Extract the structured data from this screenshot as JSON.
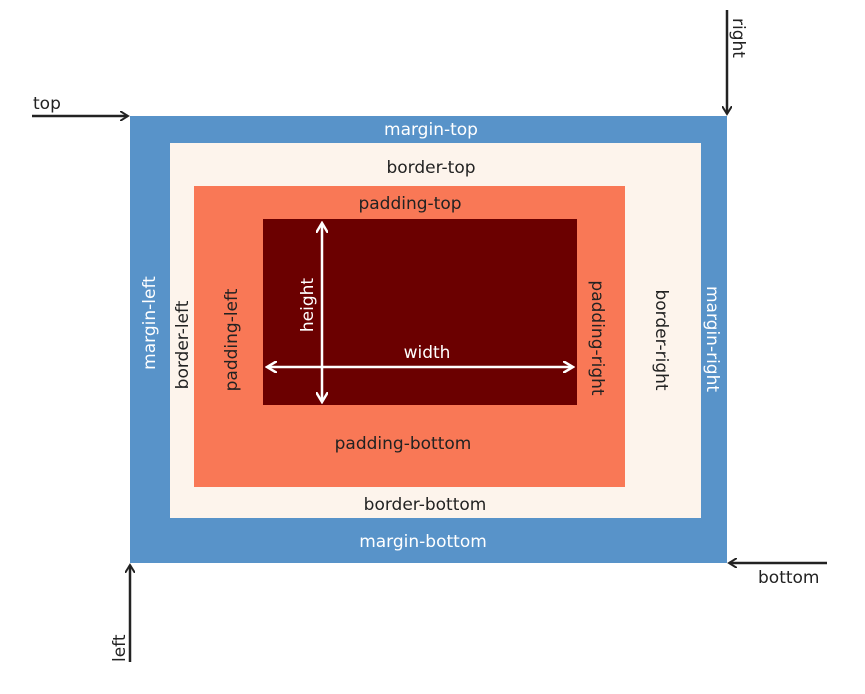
{
  "colors": {
    "margin": "#5893c9",
    "border": "#fdf4ec",
    "padding": "#f97856",
    "content": "#6b0000",
    "arrow_outer": "#222222",
    "arrow_inner": "#ffffff"
  },
  "labels": {
    "margin_top": "margin-top",
    "margin_bottom": "margin-bottom",
    "margin_left": "margin-left",
    "margin_right": "margin-right",
    "border_top": "border-top",
    "border_bottom": "border-bottom",
    "border_left": "border-left",
    "border_right": "border-right",
    "padding_top": "padding-top",
    "padding_bottom": "padding-bottom",
    "padding_left": "padding-left",
    "padding_right": "padding-right",
    "width": "width",
    "height": "height",
    "top": "top",
    "right": "right",
    "bottom": "bottom",
    "left": "left"
  }
}
